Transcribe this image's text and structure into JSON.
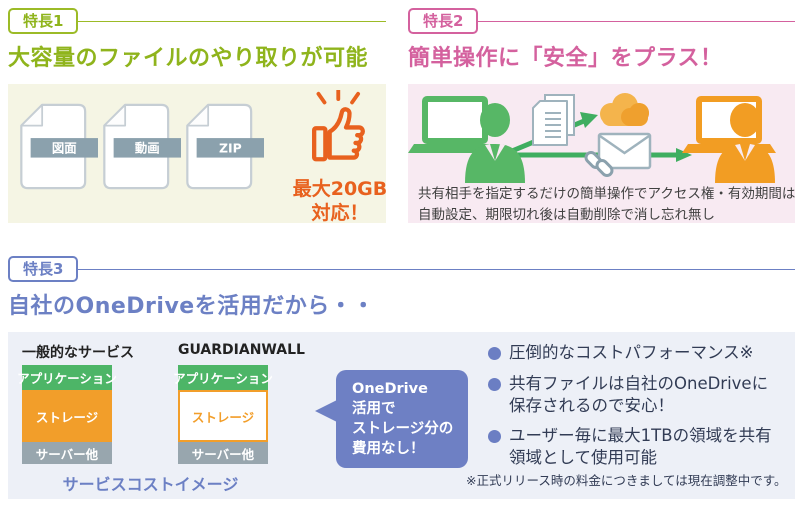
{
  "feature1": {
    "badge": "特長1",
    "title": "大容量のファイルのやり取りが可能",
    "files": {
      "f0": "図面",
      "f1": "動画",
      "f2": "ZIP"
    },
    "thumb": {
      "line1": "最大20GB",
      "line2": "対応！"
    }
  },
  "feature2": {
    "badge": "特長2",
    "title": "簡単操作に「安全」をプラス！",
    "caption1": "共有相手を指定するだけの簡単操作でアクセス権・有効期間は",
    "caption2": "自動設定、期限切れ後は自動削除で消し忘れ無し"
  },
  "feature3": {
    "badge": "特長3",
    "title": "自社のOneDriveを活用だから・・",
    "chart": {
      "caption": "サービスコストイメージ",
      "col1": {
        "header": "一般的なサービス",
        "band1": "アプリケーション",
        "band2": "ストレージ",
        "band3": "サーバー他"
      },
      "col2": {
        "header": "GUARDIANWALL",
        "band1": "アプリケーション",
        "band2": "ストレージ",
        "band3": "サーバー他"
      }
    },
    "bubble": {
      "line1": "OneDrive",
      "line2": "活用で",
      "line3": "ストレージ分の",
      "line4": "費用なし！"
    },
    "benefits": {
      "b1l1": "圧倒的なコストパフォーマンス※",
      "b2l1": "共有ファイルは自社のOneDriveに",
      "b2l2": "保存されるので安心！",
      "b3l1": "ユーザー毎に最大1TBの領域を共有",
      "b3l2": "領域として使用可能",
      "footnote": "※正式リリース時の料金につきましては現在調整中です。"
    }
  },
  "colors": {
    "green_accent": "#8fb41c",
    "pink_accent": "#d4619e",
    "blue_accent": "#6c80c4",
    "orange_accent": "#e8611e",
    "bar_green": "#4db567",
    "bar_orange": "#f29e2a",
    "bar_gray": "#98a6ae",
    "panel1_bg": "#f5f5e4",
    "panel2_bg": "#f8eaf2",
    "panel3_bg": "#edf0f7"
  }
}
